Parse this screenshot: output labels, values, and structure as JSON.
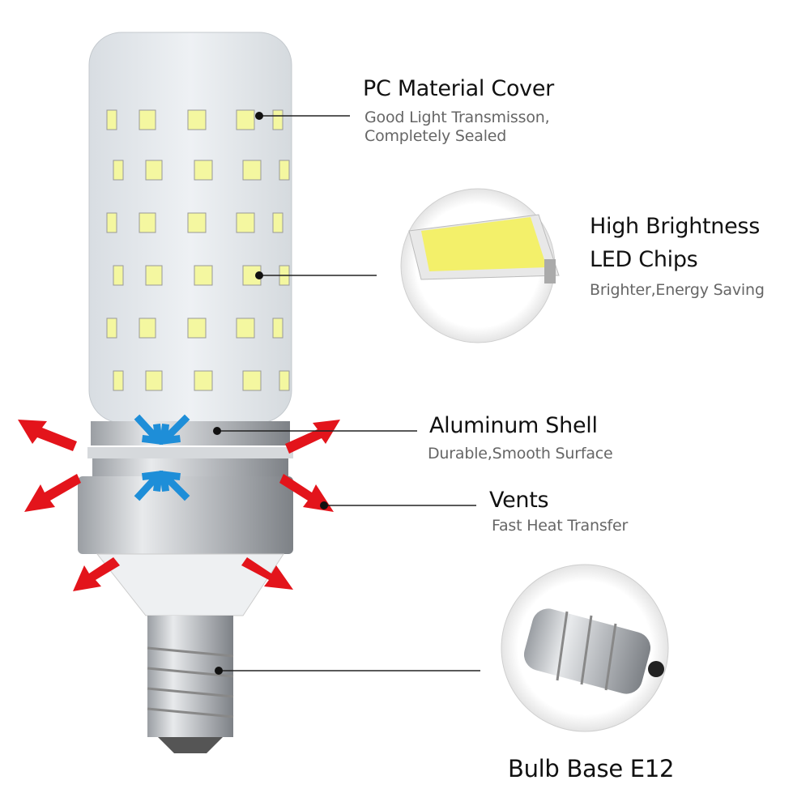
{
  "features": [
    {
      "title": "PC Material Cover",
      "subtitle_lines": [
        "Good Light Transmisson,",
        "Completely Sealed"
      ]
    },
    {
      "title_lines": [
        "High Brightness",
        "LED Chips"
      ],
      "subtitle": "Brighter,Energy Saving"
    },
    {
      "title": "Aluminum Shell",
      "subtitle": "Durable,Smooth Surface"
    },
    {
      "title": "Vents",
      "subtitle": "Fast Heat Transfer"
    },
    {
      "title": "Bulb Base E12"
    }
  ],
  "colors": {
    "heat_arrow": "#e3141b",
    "airflow_arrow": "#1e8ed8",
    "title_text": "#111111",
    "subtitle_text": "#666666",
    "led": "#f4f7a0"
  }
}
